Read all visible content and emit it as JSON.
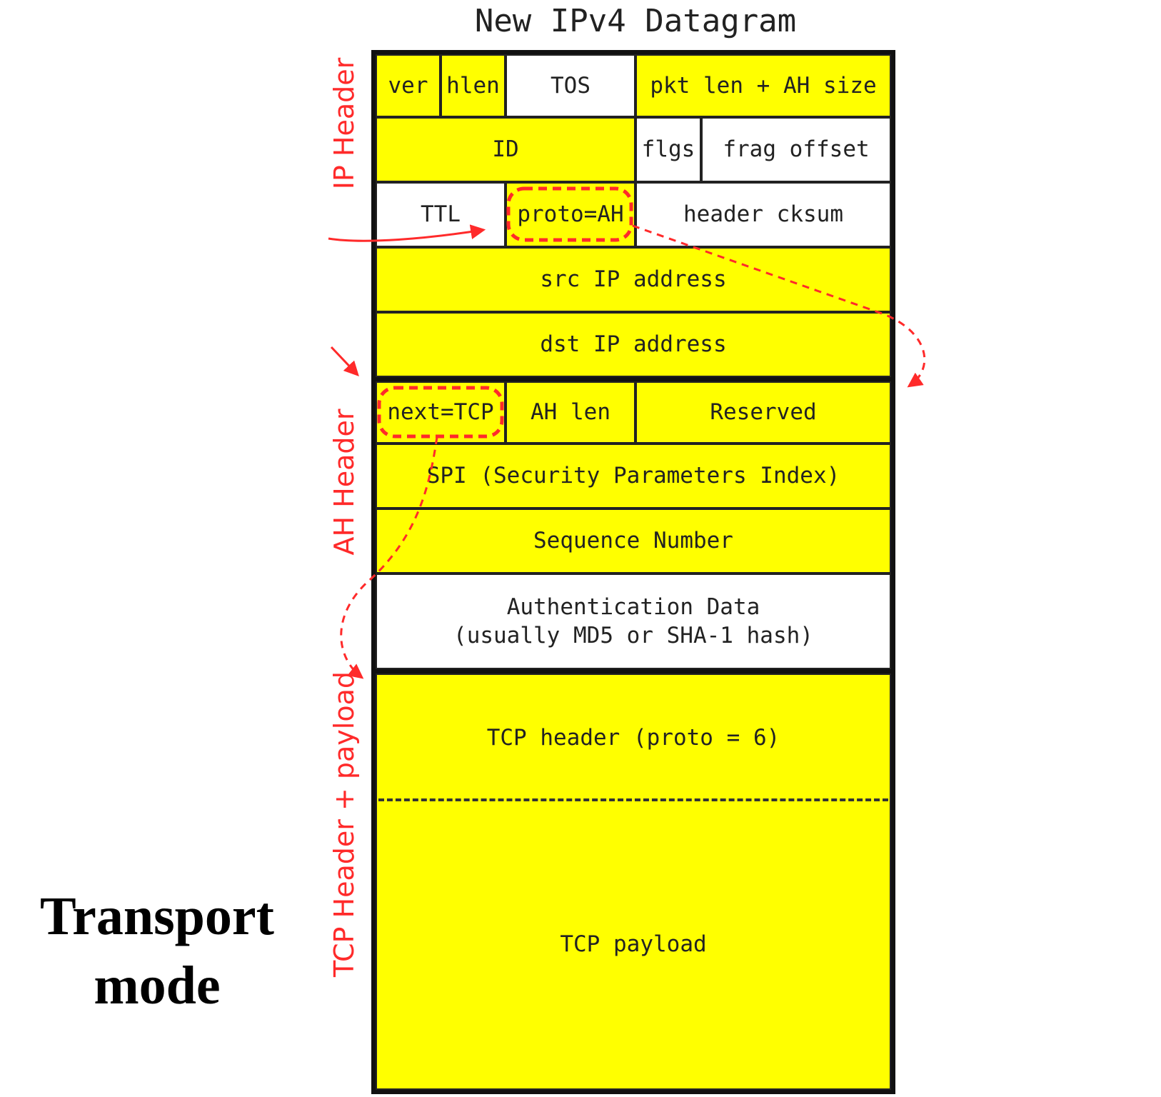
{
  "title": "New IPv4 Datagram",
  "labels": {
    "ip_header": "IP Header",
    "ah_header": "AH Header",
    "tcp_section": "TCP Header + payload",
    "mode_line1": "Transport",
    "mode_line2": "mode"
  },
  "ip_header": {
    "ver": "ver",
    "hlen": "hlen",
    "tos": "TOS",
    "pkt_len": "pkt len + AH size",
    "id": "ID",
    "flgs": "flgs",
    "frag_offset": "frag offset",
    "ttl": "TTL",
    "proto": "proto=AH",
    "header_cksum": "header cksum",
    "src_ip": "src IP address",
    "dst_ip": "dst IP address"
  },
  "ah_header": {
    "next": "next=TCP",
    "ah_len": "AH len",
    "reserved": "Reserved",
    "spi": "SPI (Security Parameters Index)",
    "seq": "Sequence Number",
    "auth_line1": "Authentication Data",
    "auth_line2": "(usually MD5 or SHA-1 hash)"
  },
  "tcp": {
    "header": "TCP header (proto = 6)",
    "payload": "TCP payload"
  },
  "colors": {
    "field_highlight": "#ffff00",
    "field_plain": "#ffffff",
    "annotation": "#ff2a2a"
  }
}
